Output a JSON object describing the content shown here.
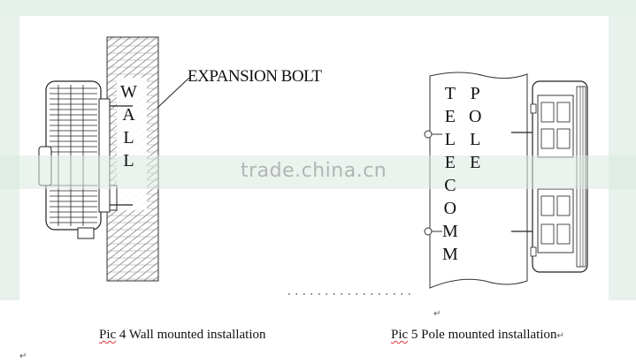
{
  "labels": {
    "expansion_bolt": "EXPANSION BOLT",
    "wall": [
      "W",
      "A",
      "L",
      "L"
    ],
    "telecomm": [
      "T",
      "E",
      "L",
      "E",
      "C",
      "O",
      "M",
      "M"
    ],
    "pole": [
      "P",
      "O",
      "L",
      "E"
    ]
  },
  "captions": {
    "left_pre": "Pic",
    "left_rest": " 4 Wall mounted installation",
    "right_pre": "Pic",
    "right_rest": " 5 Pole mounted installation"
  },
  "watermark": "trade.china.cn",
  "marks": {
    "return_mark": "↵"
  }
}
